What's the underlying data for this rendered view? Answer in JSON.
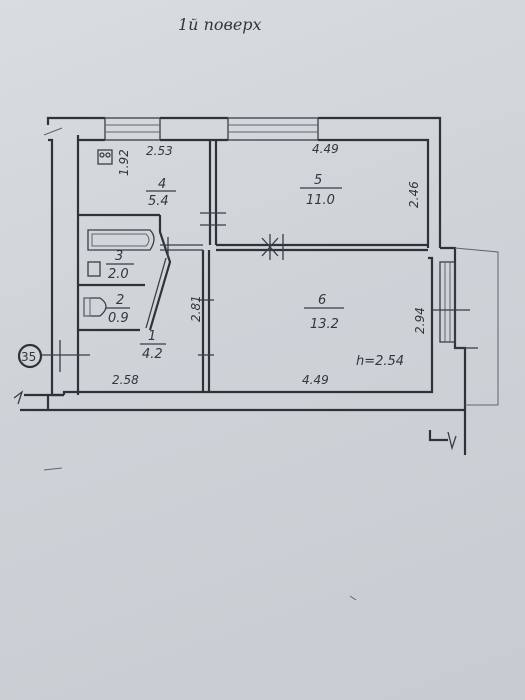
{
  "title": "1й поверх",
  "height_label": "h=2.54",
  "stair_marker": "35",
  "rooms": [
    {
      "id": "1",
      "area": "4.2"
    },
    {
      "id": "2",
      "area": "0.9"
    },
    {
      "id": "3",
      "area": "2.0"
    },
    {
      "id": "4",
      "area": "5.4"
    },
    {
      "id": "5",
      "area": "11.0"
    },
    {
      "id": "6",
      "area": "13.2"
    }
  ],
  "dimensions": {
    "top_left": "2.53",
    "top_right": "4.49",
    "room4_side": "1.92",
    "room5_side": "2.46",
    "room6_side": "2.94",
    "corridor_side": "2.81",
    "bottom_left": "2.58",
    "bottom_right": "4.49"
  }
}
